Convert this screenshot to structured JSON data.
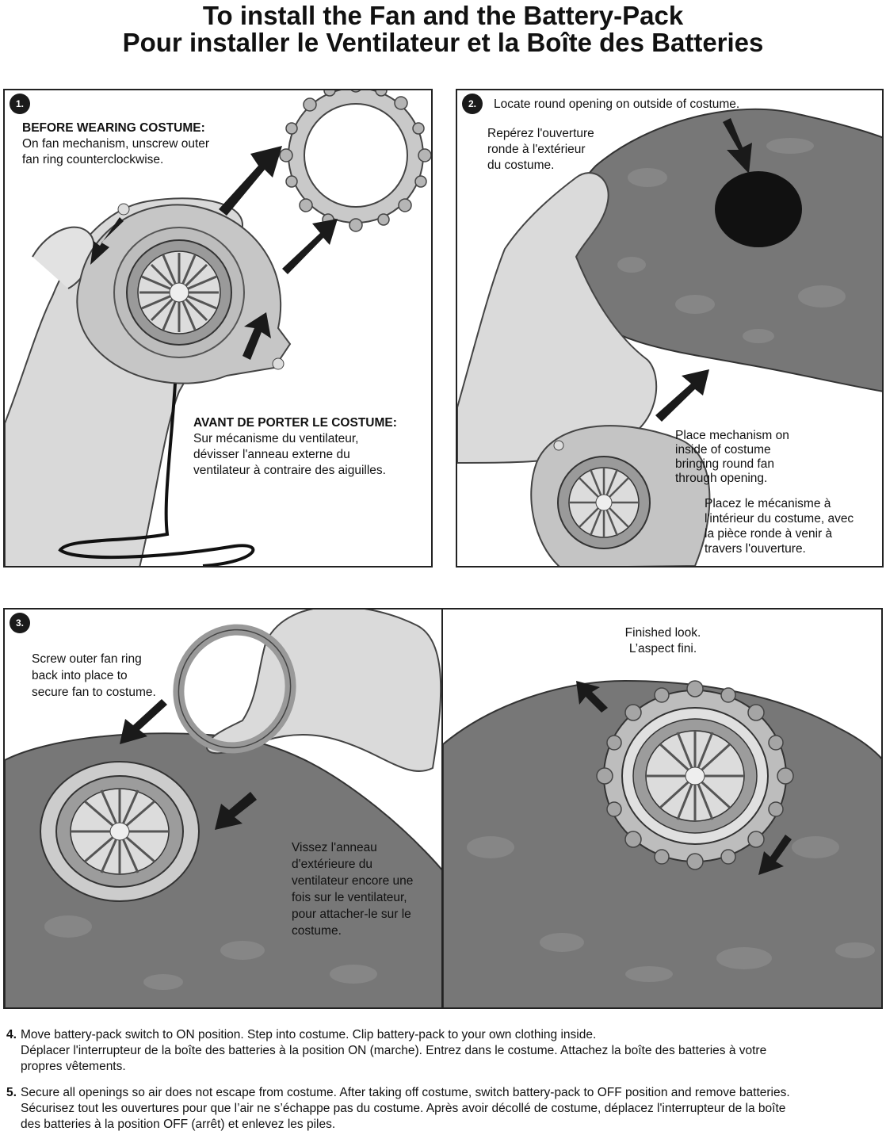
{
  "header": {
    "title_en": "To install the Fan and the Battery-Pack",
    "title_fr": "Pour installer le Ventilateur et la Boîte des Batteries"
  },
  "panel1": {
    "badge": "1.",
    "en_heading": "BEFORE WEARING COSTUME:",
    "en_line1": "On fan mechanism, unscrew outer",
    "en_line2": "fan ring counterclockwise.",
    "fr_heading": "AVANT DE PORTER LE COSTUME:",
    "fr_line1": "Sur mécanisme du ventilateur,",
    "fr_line2": "dévisser l'anneau externe du",
    "fr_line3": "ventilateur à contraire des aiguilles."
  },
  "panel2": {
    "badge": "2.",
    "en_locate": "Locate round opening on outside of costume.",
    "fr_locate_1": "Repérez l'ouverture",
    "fr_locate_2": "ronde à l'extérieur",
    "fr_locate_3": "du costume.",
    "en_place_1": "Place mechanism on",
    "en_place_2": "inside of costume",
    "en_place_3": "bringing round fan",
    "en_place_4": "through opening.",
    "fr_place_1": "Placez le mécanisme à",
    "fr_place_2": "l'intérieur du costume, avec",
    "fr_place_3": "la pièce ronde à venir à",
    "fr_place_4": "travers l'ouverture."
  },
  "panel3": {
    "badge": "3.",
    "en_1": "Screw outer fan ring",
    "en_2": "back into place to",
    "en_3": "secure fan to costume.",
    "fr_1": "Vissez l'anneau",
    "fr_2": "d'extérieure du",
    "fr_3": "ventilateur encore une",
    "fr_4": "fois sur le ventilateur,",
    "fr_5": "pour attacher-le sur le",
    "fr_6": "costume."
  },
  "panel4": {
    "en": "Finished look.",
    "fr": "L’aspect fini."
  },
  "steps": [
    {
      "num": "4.",
      "line1": "Move battery-pack switch to ON position. Step into costume. Clip battery-pack to your own clothing inside.",
      "line2": "Déplacer l'interrupteur de la boîte des batteries à la position ON (marche). Entrez dans le costume. Attachez la boîte des batteries à votre",
      "line3": "propres vêtements."
    },
    {
      "num": "5.",
      "line1": "Secure all openings so air does not escape from costume. After taking off costume, switch battery-pack to OFF position and remove batteries.",
      "line2": "Sécurisez tout les ouvertures pour que l’air ne s’échappe pas du costume. Après avoir décollé de costume, déplacez l'interrupteur de la boîte",
      "line3": "des batteries à la position OFF (arrêt) et enlevez les piles."
    }
  ]
}
